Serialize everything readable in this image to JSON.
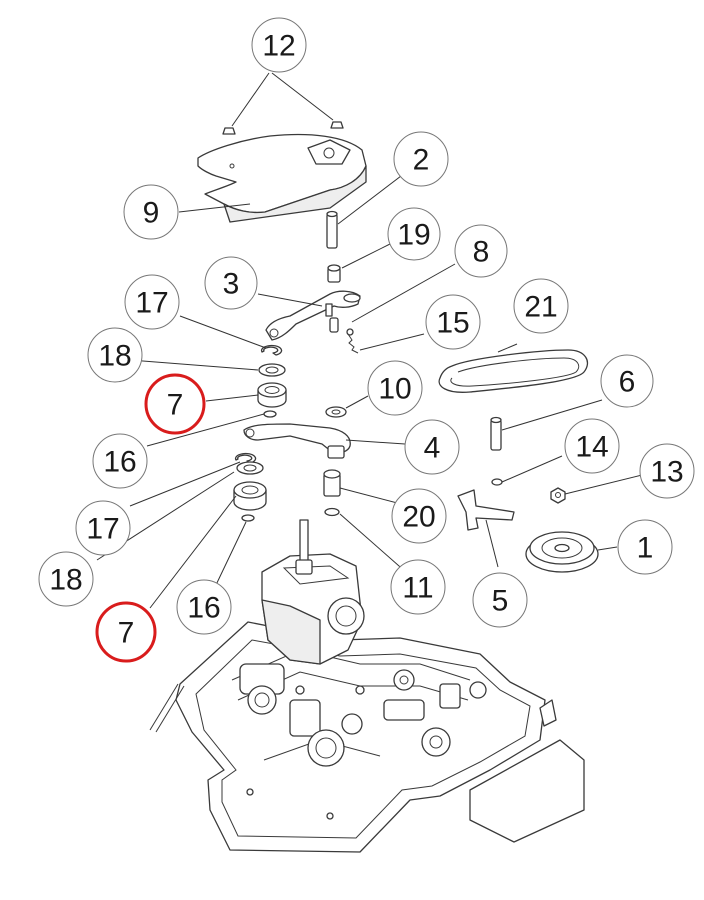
{
  "callouts": [
    {
      "id": "c12",
      "label": "12",
      "highlighted": false
    },
    {
      "id": "c2",
      "label": "2",
      "highlighted": false
    },
    {
      "id": "c9",
      "label": "9",
      "highlighted": false
    },
    {
      "id": "c19",
      "label": "19",
      "highlighted": false
    },
    {
      "id": "c8",
      "label": "8",
      "highlighted": false
    },
    {
      "id": "c3",
      "label": "3",
      "highlighted": false
    },
    {
      "id": "c21",
      "label": "21",
      "highlighted": false
    },
    {
      "id": "c17a",
      "label": "17",
      "highlighted": false
    },
    {
      "id": "c15",
      "label": "15",
      "highlighted": false
    },
    {
      "id": "c18a",
      "label": "18",
      "highlighted": false
    },
    {
      "id": "c6",
      "label": "6",
      "highlighted": false
    },
    {
      "id": "c7a",
      "label": "7",
      "highlighted": true
    },
    {
      "id": "c10",
      "label": "10",
      "highlighted": false
    },
    {
      "id": "c4",
      "label": "4",
      "highlighted": false
    },
    {
      "id": "c14",
      "label": "14",
      "highlighted": false
    },
    {
      "id": "c16a",
      "label": "16",
      "highlighted": false
    },
    {
      "id": "c13",
      "label": "13",
      "highlighted": false
    },
    {
      "id": "c17b",
      "label": "17",
      "highlighted": false
    },
    {
      "id": "c20",
      "label": "20",
      "highlighted": false
    },
    {
      "id": "c1",
      "label": "1",
      "highlighted": false
    },
    {
      "id": "c18b",
      "label": "18",
      "highlighted": false
    },
    {
      "id": "c11",
      "label": "11",
      "highlighted": false
    },
    {
      "id": "c16b",
      "label": "16",
      "highlighted": false
    },
    {
      "id": "c5",
      "label": "5",
      "highlighted": false
    },
    {
      "id": "c7b",
      "label": "7",
      "highlighted": true
    }
  ],
  "colors": {
    "highlight": "#d91c1c",
    "line": "#3a3a3a",
    "circle": "#777777"
  }
}
